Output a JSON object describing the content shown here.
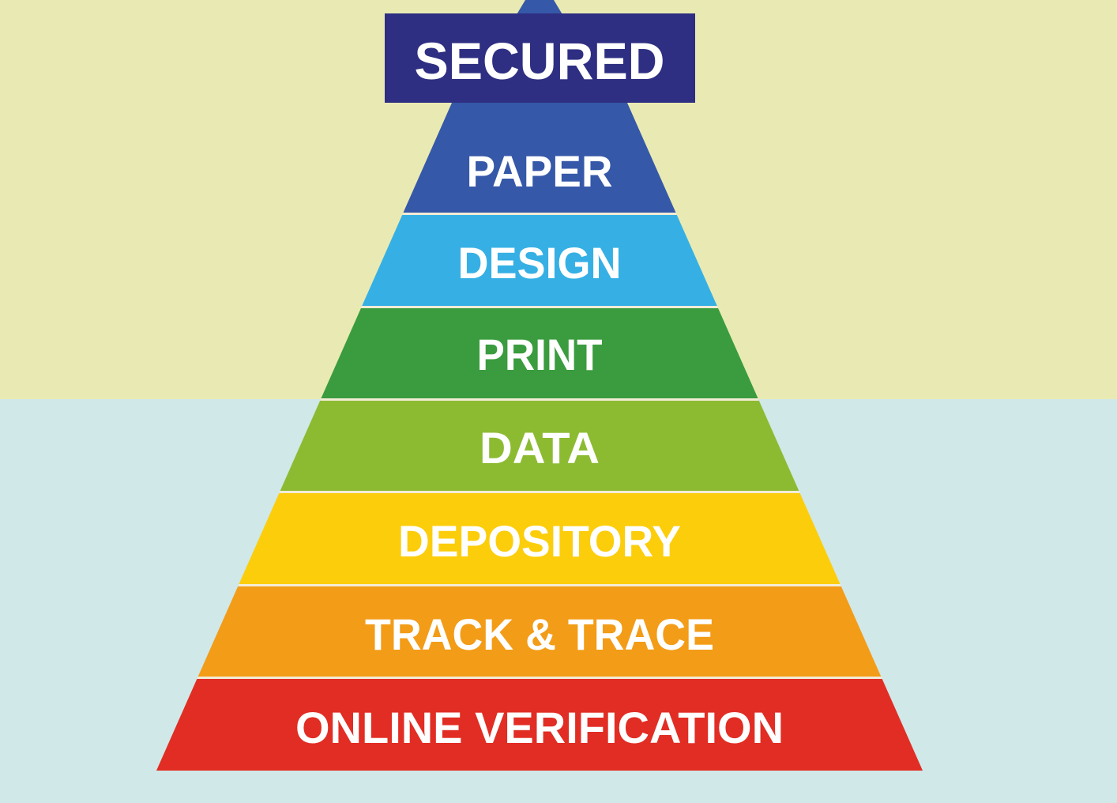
{
  "background": {
    "top_color": "#e9eab3",
    "bottom_color": "#d0e8e7"
  },
  "top_label": {
    "text": "SECURED",
    "color": "#2e2f82"
  },
  "layers": [
    {
      "label": "PAPER",
      "color": "#3658a8"
    },
    {
      "label": "DESIGN",
      "color": "#36b0e4"
    },
    {
      "label": "PRINT",
      "color": "#3a9c3e"
    },
    {
      "label": "DATA",
      "color": "#8cbb32"
    },
    {
      "label": "DEPOSITORY",
      "color": "#fccd0a"
    },
    {
      "label": "TRACK & TRACE",
      "color": "#f39c17"
    },
    {
      "label": "ONLINE VERIFICATION",
      "color": "#e12d24"
    }
  ],
  "separator_color": "#f3ecd6"
}
